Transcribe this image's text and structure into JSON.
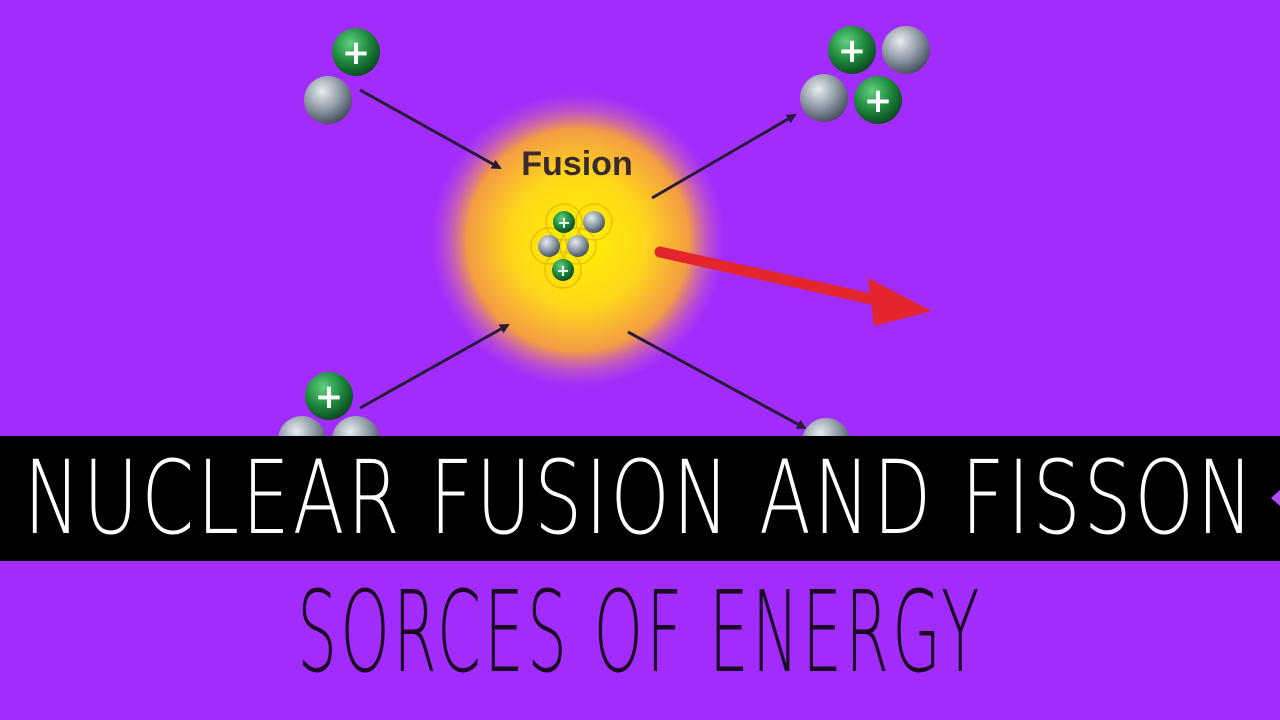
{
  "diagram": {
    "center_label": "Fusion"
  },
  "banner": {
    "title": "NUCLEAR FUSION AND FISSON"
  },
  "subtitle": "SORCES OF ENERGY",
  "colors": {
    "background": "#a12cfb",
    "banner": "#000000",
    "proton": "#1f8a3e",
    "neutron": "#8f9aa6",
    "energy_arrow": "#e3262d",
    "glow_core": "#fff200",
    "glow_edge": "#f7a23a"
  },
  "particles": {
    "proton_icon": "plus-sign",
    "neutron_icon": "grey-sphere"
  }
}
